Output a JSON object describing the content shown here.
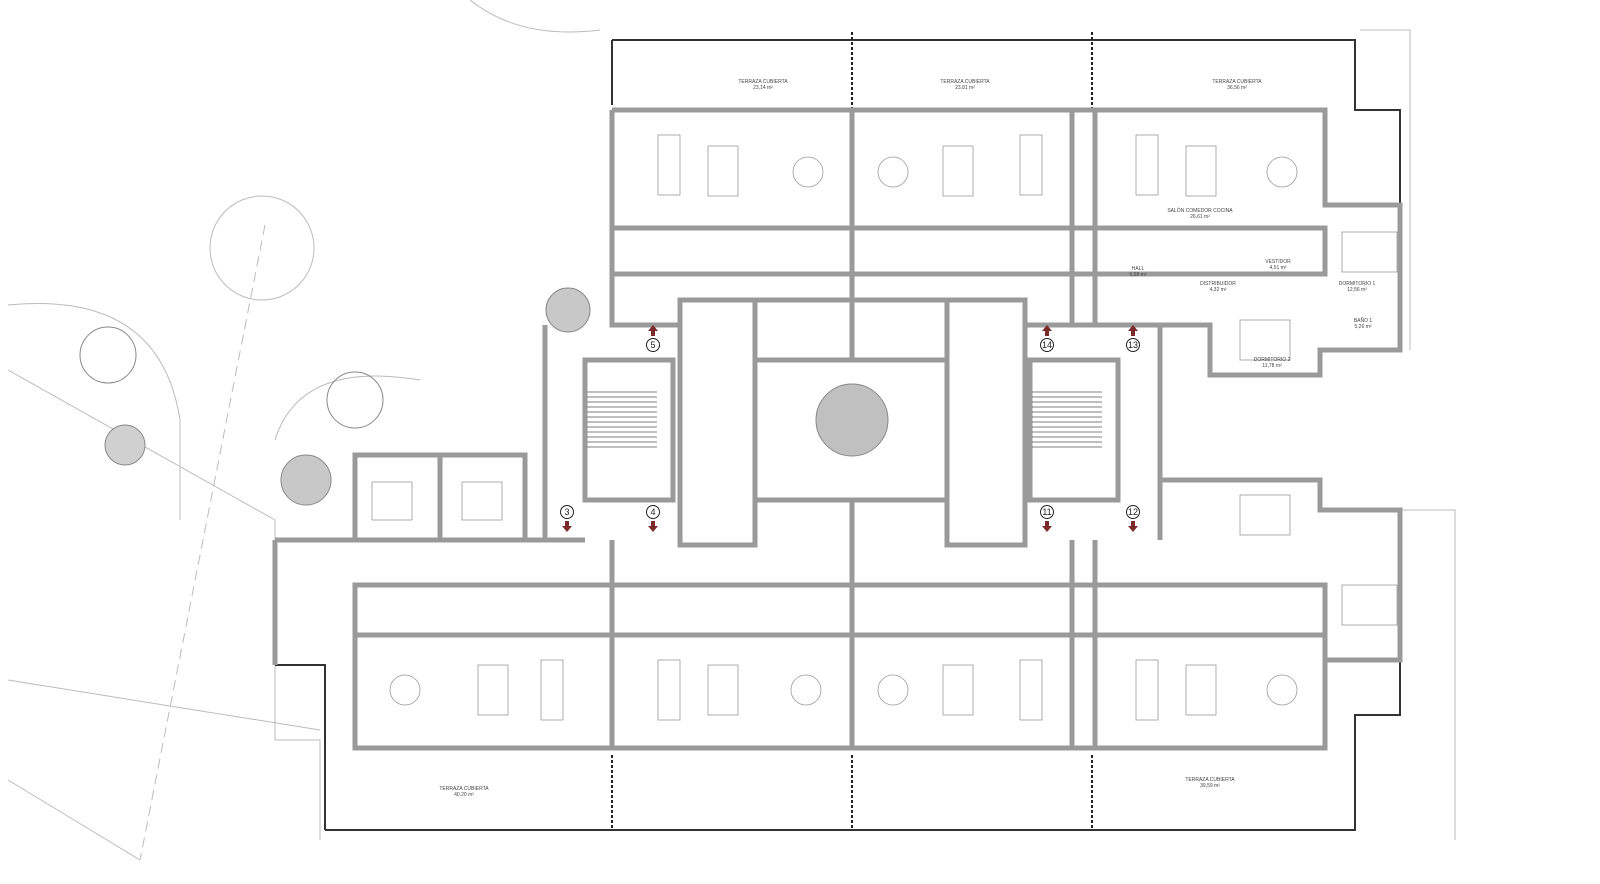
{
  "plan": {
    "rooms": [
      {
        "name": "TERRAZA CUBIERTA",
        "area": "23,14 m²"
      },
      {
        "name": "TERRAZA CUBIERTA",
        "area": "23,81 m²"
      },
      {
        "name": "TERRAZA CUBIERTA",
        "area": "36,56 m²"
      },
      {
        "name": "SALÓN COMEDOR COCINA",
        "area": "26,61 m²"
      },
      {
        "name": "HALL",
        "area": "6,58 m²"
      },
      {
        "name": "DISTRIBUIDOR",
        "area": "4,32 m²"
      },
      {
        "name": "VESTIDOR",
        "area": "4,51 m²"
      },
      {
        "name": "DORMITORIO 1",
        "area": "12,56 m²"
      },
      {
        "name": "BAÑO 1",
        "area": "5,26 m²"
      },
      {
        "name": "DORMITORIO 2",
        "area": "11,78 m²"
      },
      {
        "name": "TERRAZA CUBIERTA",
        "area": "40,20 m²"
      },
      {
        "name": "TERRAZA CUBIERTA",
        "area": "39,59 m²"
      }
    ],
    "stair_markers": [
      "3",
      "4",
      "5",
      "11",
      "12",
      "13",
      "14"
    ],
    "colors": {
      "wall": "#9a9a9a",
      "line": "#555555",
      "arrow": "#7a2a2a",
      "column": "#b04040"
    }
  }
}
